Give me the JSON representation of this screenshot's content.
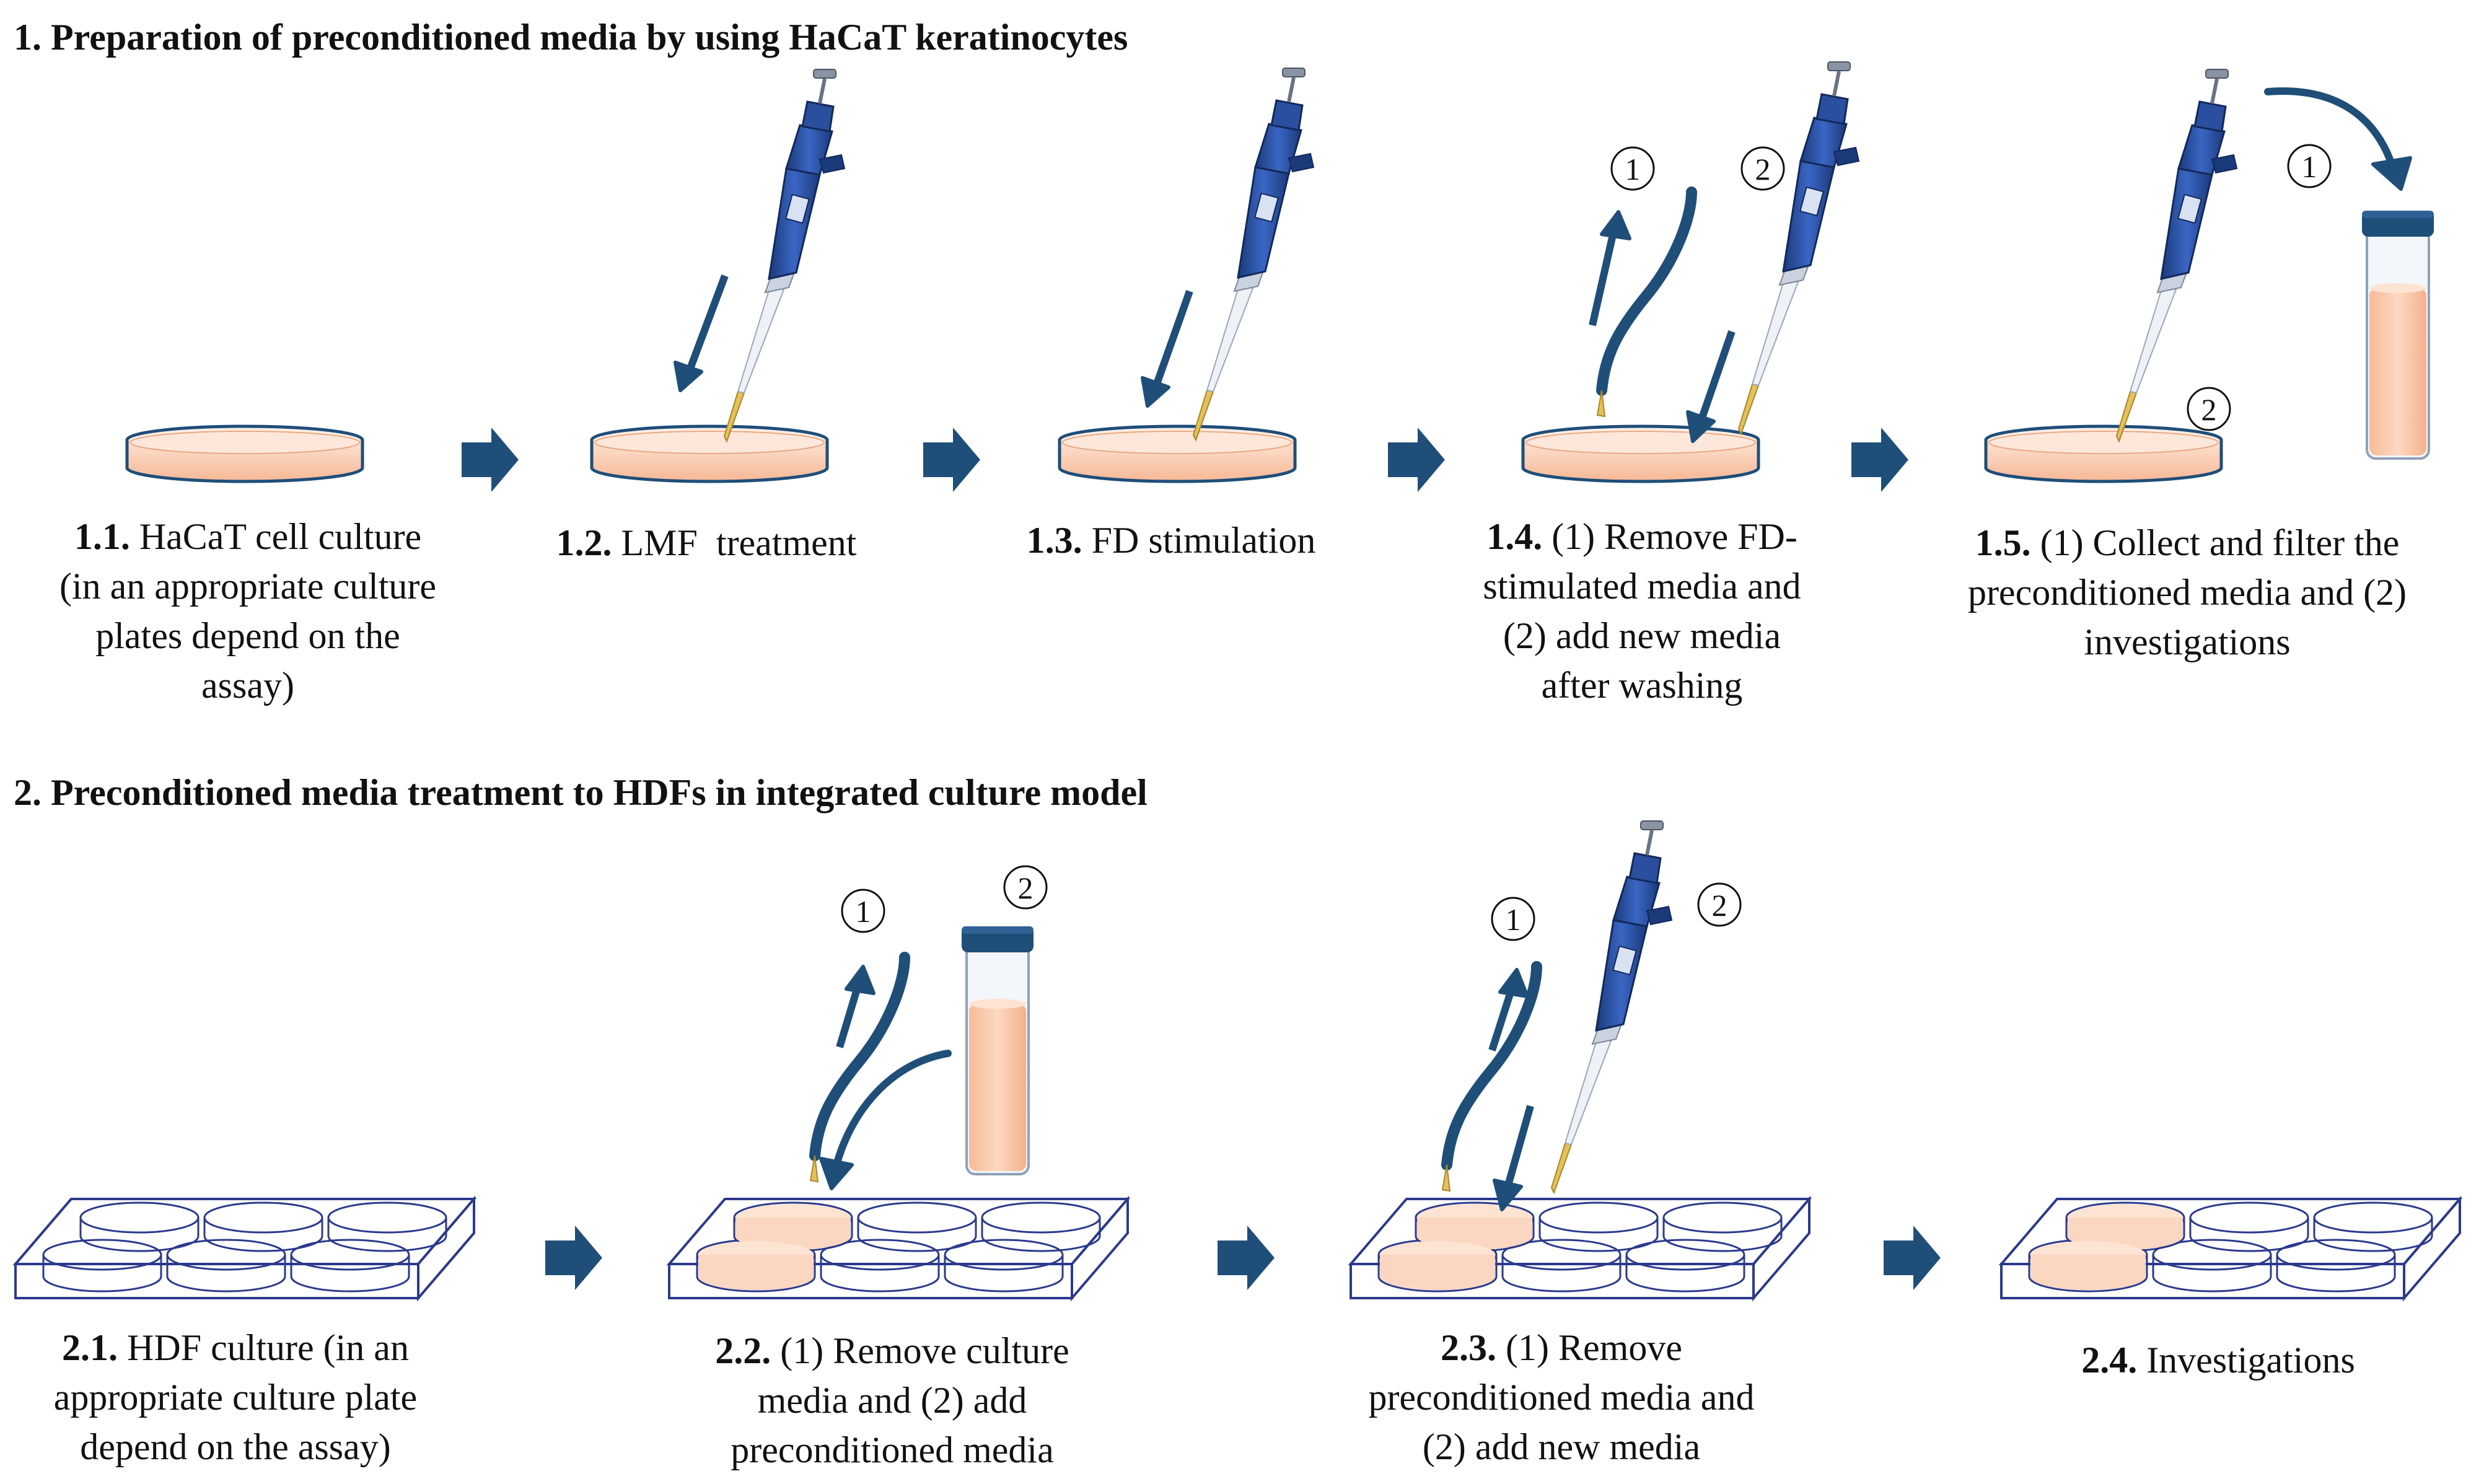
{
  "section1": {
    "title": "1. Preparation of preconditioned media by using HaCaT keratinocytes",
    "steps": [
      {
        "num": "1.1.",
        "lines": [
          "HaCaT cell culture",
          "(in an appropriate culture",
          "plates depend on the",
          "assay)"
        ]
      },
      {
        "num": "1.2.",
        "lines": [
          "LMF  treatment"
        ]
      },
      {
        "num": "1.3.",
        "lines": [
          "FD stimulation"
        ]
      },
      {
        "num": "1.4.",
        "lines": [
          "(1) Remove FD-",
          "stimulated media and",
          "(2) add new media",
          "after washing"
        ]
      },
      {
        "num": "1.5.",
        "lines": [
          "(1) Collect and filter the",
          "preconditioned media and (2)",
          "investigations"
        ]
      }
    ]
  },
  "section2": {
    "title": "2. Preconditioned media treatment to HDFs in integrated culture model",
    "steps": [
      {
        "num": "2.1.",
        "lines": [
          "HDF culture (in an",
          "appropriate culture plate",
          "depend on the assay)"
        ]
      },
      {
        "num": "2.2.",
        "lines": [
          "(1) Remove culture",
          "media and (2) add",
          "preconditioned media"
        ]
      },
      {
        "num": "2.3.",
        "lines": [
          "(1) Remove",
          "preconditioned media and",
          "(2) add new media"
        ]
      },
      {
        "num": "2.4.",
        "lines": [
          "Investigations"
        ]
      }
    ]
  },
  "markers": {
    "one": "1",
    "two": "2"
  },
  "colors": {
    "navy": "#1f4e79",
    "media": "#f8c7a9",
    "pipette": "#2a4f9e",
    "tip": "#e0b84a"
  }
}
